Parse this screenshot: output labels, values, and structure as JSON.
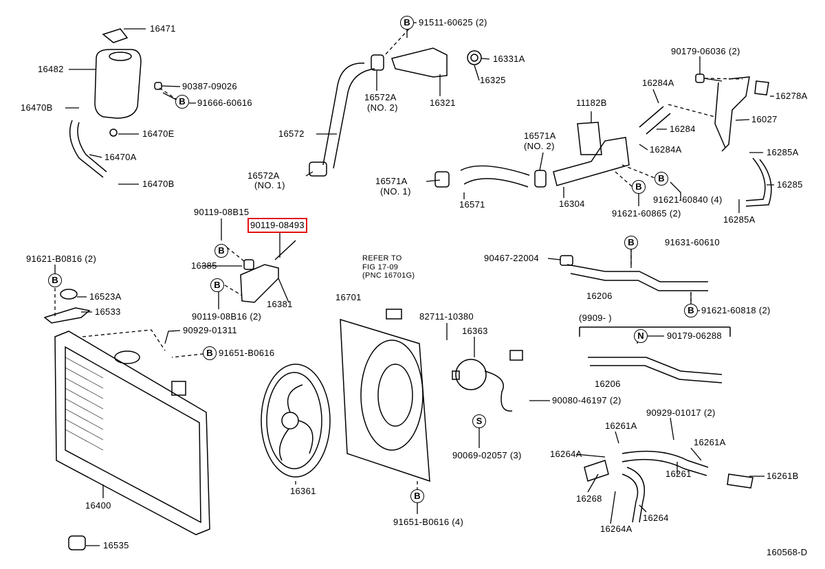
{
  "diagram": {
    "figure_id": "160568-D",
    "highlight_color": "#e01010",
    "labels": [
      "16471",
      "16482",
      "90387-09026",
      "91666-60616",
      "16470B",
      "16470E",
      "16470A",
      "16470B",
      "91511-60625 (2)",
      "16331A",
      "16325",
      "16572A",
      "(NO. 2)",
      "16321",
      "16572",
      "16572A",
      "(NO. 1)",
      "90179-06036 (2)",
      "16284A",
      "16278A",
      "11182B",
      "16027",
      "16284",
      "16571A",
      "(NO. 2)",
      "16284A",
      "16285A",
      "16571A",
      "(NO. 1)",
      "16285",
      "16571",
      "16304",
      "91621-60840 (4)",
      "91621-60865 (2)",
      "16285A",
      "90119-08B15",
      "90119-08493",
      "91621-B0816 (2)",
      "16385",
      "16381",
      "90119-08B16 (2)",
      "16523A",
      "16533",
      "REFER TO",
      "FIG 17-09",
      "(PNC 16701G)",
      "16701",
      "90467-22004",
      "91631-60610",
      "16206",
      "91621-60818 (2)",
      "(9909-    )",
      "90179-06288",
      "82711-10380",
      "16363",
      "90929-01311",
      "91651-B0616",
      "16206",
      "90080-46197 (2)",
      "90929-01017 (2)",
      "16261A",
      "16261A",
      "90069-02057 (3)",
      "16264A",
      "16261",
      "16261B",
      "16361",
      "16268",
      "16400",
      "91651-B0616 (4)",
      "16264",
      "16264A",
      "16535",
      "160568-D"
    ],
    "markers": [
      "B",
      "B",
      "B",
      "B",
      "B",
      "B",
      "B",
      "B",
      "B",
      "B",
      "N",
      "S",
      "B"
    ]
  }
}
